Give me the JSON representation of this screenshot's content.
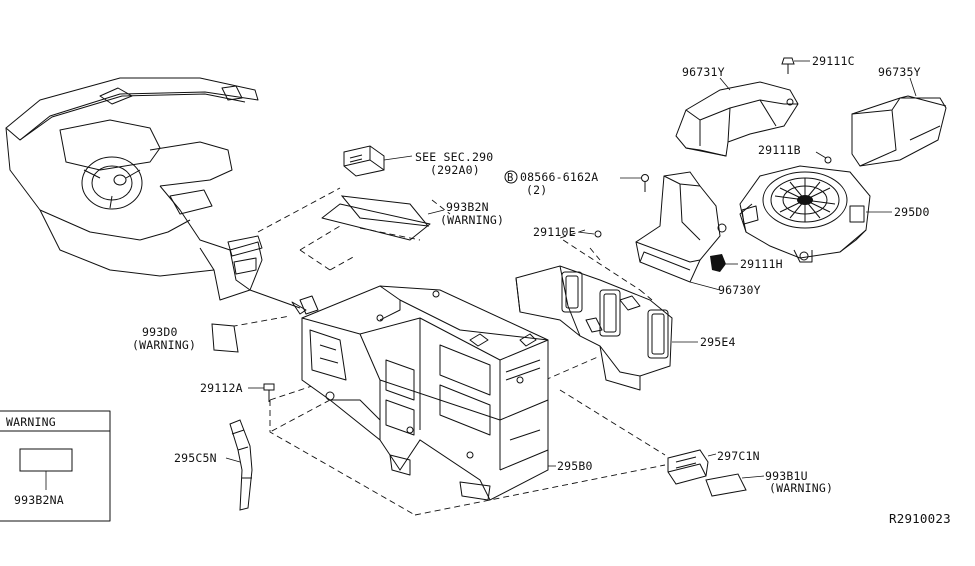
{
  "labels": {
    "see_sec": "SEE SEC.290",
    "see_sec_sub": "(292A0)",
    "p993b2n": "993B2N",
    "p993b2n_note": "(WARNING)",
    "p993d0": "993D0",
    "p993d0_note": "(WARNING)",
    "p29112a": "29112A",
    "p295c5n": "295C5N",
    "p295b0": "295B0",
    "p29110e": "29110E",
    "p08566": "08566-6162A",
    "p08566_qty": "(2)",
    "bolt_ref": "B",
    "p96730y": "96730Y",
    "p295e4": "295E4",
    "p297c1n": "297C1N",
    "p993b1u": "993B1U",
    "p993b1u_note": "(WARNING)",
    "p96731y": "96731Y",
    "p29111c": "29111C",
    "p96735y": "96735Y",
    "p29111b": "29111B",
    "p295d0": "295D0",
    "p29111h": "29111H"
  },
  "warning_box": {
    "title": "WARNING",
    "part": "993B2NA"
  },
  "diagram_id": "R2910023"
}
